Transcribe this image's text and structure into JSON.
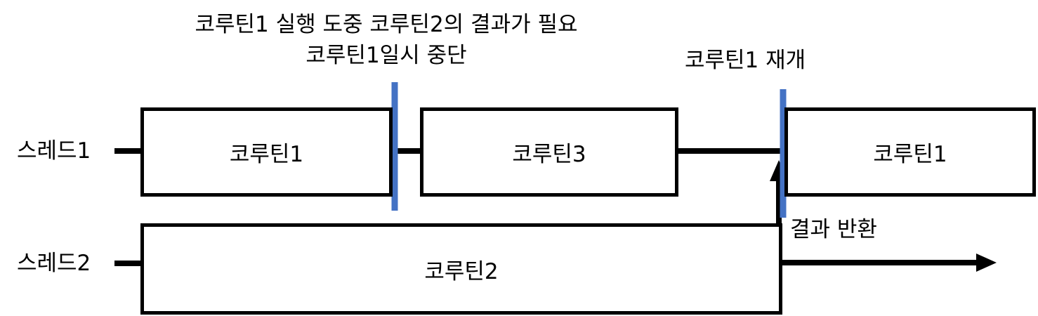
{
  "threads": {
    "thread1_label": "스레드1",
    "thread2_label": "스레드2"
  },
  "coroutines": {
    "c1_first": "코루틴1",
    "c3": "코루틴3",
    "c1_resumed": "코루틴1",
    "c2": "코루틴2"
  },
  "annotations": {
    "need_result": "코루틴1 실행 도중 코루틴2의 결과가 필요",
    "suspend": "코루틴1일시 중단",
    "resume": "코루틴1 재개",
    "return_result": "결과 반환"
  },
  "colors": {
    "marker": "#4472C4",
    "line": "#000000"
  }
}
